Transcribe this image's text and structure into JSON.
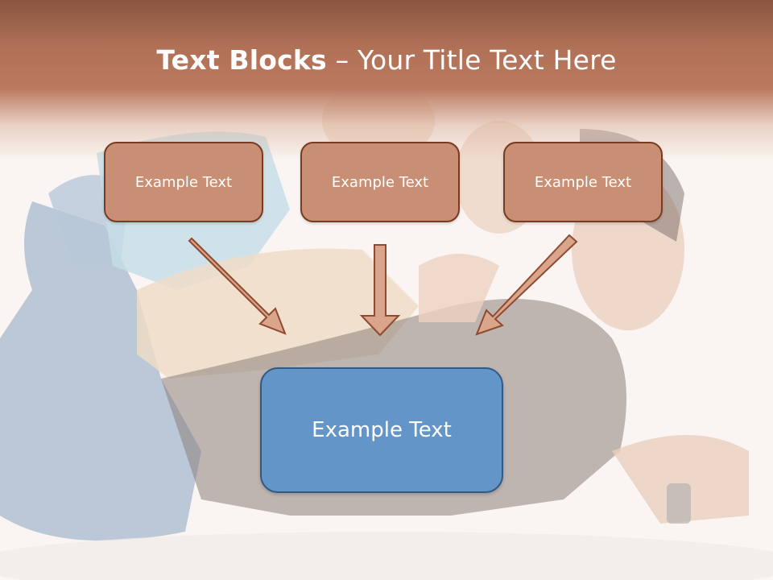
{
  "slide": {
    "title_bold": "Text Blocks",
    "title_rest": " – Your Title Text Here",
    "boxes": [
      {
        "label": "Example Text"
      },
      {
        "label": "Example Text"
      },
      {
        "label": "Example Text"
      }
    ],
    "main_box": {
      "label": "Example Text"
    }
  },
  "colors": {
    "header_band": "#b17157",
    "small_box_fill": "#c98f74",
    "small_box_border": "#7a3a22",
    "arrow_fill": "#d9a58b",
    "main_box_fill": "#6495c8",
    "main_box_border": "#2f5a86"
  }
}
